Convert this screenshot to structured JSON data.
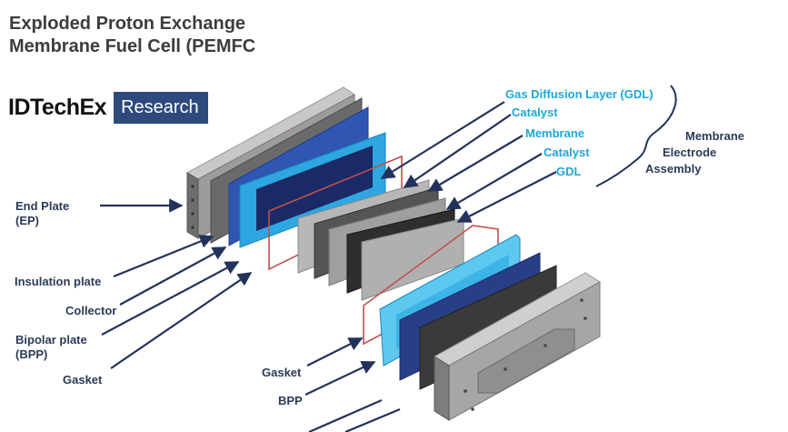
{
  "title": {
    "line1": "Exploded Proton Exchange",
    "line2": "Membrane Fuel Cell (PEMFC"
  },
  "logo": {
    "brand": "IDTechEx",
    "tag": "Research"
  },
  "labels": {
    "end_plate": "End Plate",
    "end_plate_abbr": "(EP)",
    "insulation_plate": "Insulation plate",
    "collector": "Collector",
    "bipolar_plate": "Bipolar plate",
    "bipolar_plate_abbr": "(BPP)",
    "gasket_left": "Gasket",
    "gdl_top": "Gas Diffusion Layer (GDL)",
    "catalyst_1": "Catalyst",
    "membrane": "Membrane",
    "catalyst_2": "Catalyst",
    "gdl": "GDL",
    "mea_1": "Membrane",
    "mea_2": "Electrode",
    "mea_3": "Assembly",
    "gasket_bottom": "Gasket",
    "bpp_bottom": "BPP"
  },
  "colors": {
    "label_dark": "#2b3a57",
    "label_blue": "#1fa6d8",
    "logo_bg": "#2e4a7d"
  }
}
